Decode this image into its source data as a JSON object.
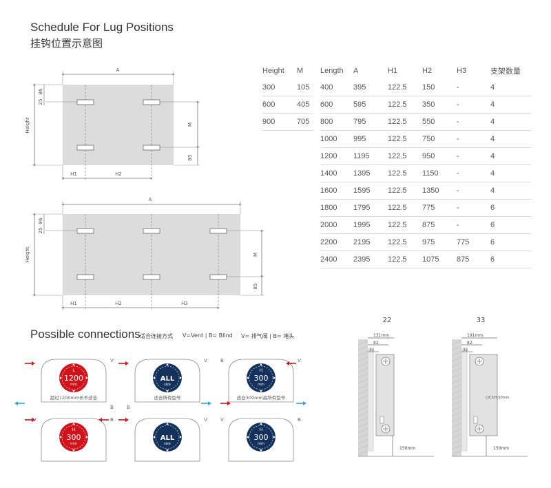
{
  "heading": {
    "title_en": "Schedule For Lug Positions",
    "title_cn": "挂钩位置示意图"
  },
  "diagram_labels": {
    "A": "A",
    "H1": "H1",
    "H2": "H2",
    "H3": "H3",
    "M": "M",
    "height": "Height",
    "d86": "86",
    "d25": "25",
    "d85": "85"
  },
  "table_hm": {
    "headers": [
      "Height",
      "M"
    ],
    "rows": [
      [
        "300",
        "105"
      ],
      [
        "600",
        "405"
      ],
      [
        "900",
        "705"
      ]
    ]
  },
  "table_lugs": {
    "headers": [
      "Length",
      "A",
      "H1",
      "H2",
      "H3",
      "支架数量"
    ],
    "rows": [
      [
        "400",
        "395",
        "122.5",
        "150",
        "-",
        "4"
      ],
      [
        "600",
        "595",
        "122.5",
        "350",
        "-",
        "4"
      ],
      [
        "800",
        "795",
        "122.5",
        "550",
        "-",
        "4"
      ],
      [
        "1000",
        "995",
        "122.5",
        "750",
        "-",
        "4"
      ],
      [
        "1200",
        "1195",
        "122.5",
        "950",
        "-",
        "4"
      ],
      [
        "1400",
        "1395",
        "122.5",
        "1150",
        "-",
        "4"
      ],
      [
        "1600",
        "1595",
        "122.5",
        "1350",
        "-",
        "4"
      ],
      [
        "1800",
        "1795",
        "122.5",
        "775",
        "-",
        "6"
      ],
      [
        "2000",
        "1995",
        "122.5",
        "875",
        "-",
        "6"
      ],
      [
        "2200",
        "2195",
        "122.5",
        "975",
        "775",
        "6"
      ],
      [
        "2400",
        "2395",
        "122.5",
        "1075",
        "875",
        "6"
      ]
    ]
  },
  "connections": {
    "title": "Possible connections",
    "subtitle": "适合连接方式",
    "legend_vent": "V=Vent",
    "legend_blind": "B= Blind",
    "legend_cn": "V= 排气阀 | B= 堵头",
    "letter_v": "V",
    "letter_b": "B",
    "panels": [
      {
        "letter": "L",
        "size": "1200",
        "unit": "mm",
        "caption": "超过1200mm长不适合",
        "color": "#d0121b"
      },
      {
        "letter": "",
        "size": "ALL",
        "unit": "size",
        "caption": "适合所有型号",
        "color": "#14315c"
      },
      {
        "letter": "H",
        "size": "300",
        "unit": "mm",
        "caption": "适合300mm高所有型号",
        "color": "#14315c"
      },
      {
        "letter": "H",
        "size": "300",
        "unit": "mm",
        "caption": "",
        "color": "#d0121b"
      },
      {
        "letter": "",
        "size": "ALL",
        "unit": "size",
        "caption": "",
        "color": "#14315c"
      },
      {
        "letter": "H",
        "size": "300",
        "unit": "mm",
        "caption": "",
        "color": "#14315c"
      }
    ],
    "arrow_red": "#d0121b",
    "arrow_cyan": "#2aa7d6"
  },
  "side_views": {
    "left": {
      "type": "22",
      "depth": "131mm",
      "d82": "82",
      "d31": "31",
      "floor": "150mm",
      "label": ""
    },
    "right": {
      "type": "33",
      "depth": "191mm",
      "d82": "82",
      "d31": "31",
      "floor": "150mm",
      "label": "C/C±H-50mm"
    }
  }
}
